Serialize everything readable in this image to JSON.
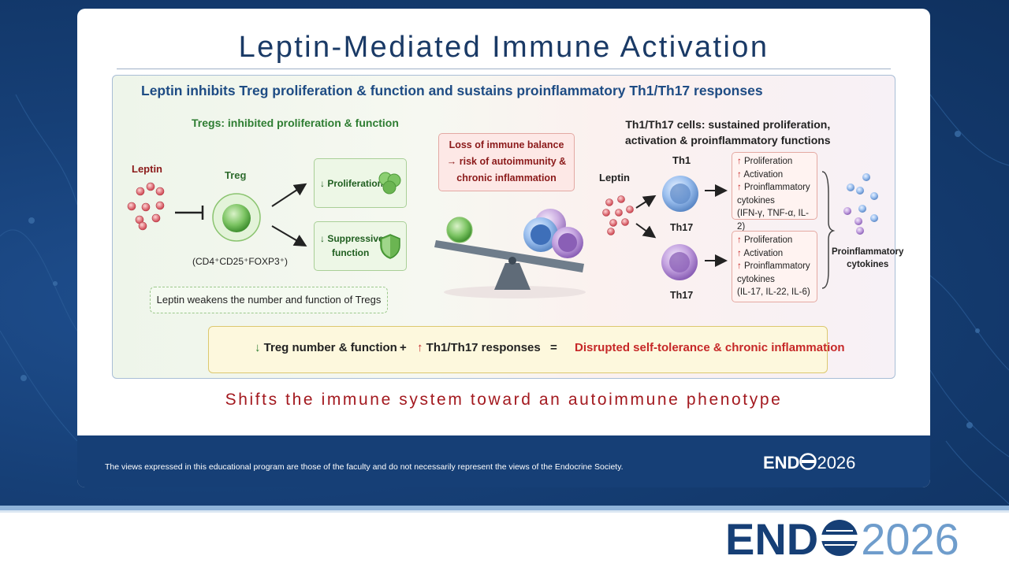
{
  "slide": {
    "title": "Leptin-Mediated Immune Activation",
    "subtitle": "Shifts the immune system toward an autoimmune phenotype"
  },
  "figure": {
    "heading": "Leptin inhibits Treg proliferation & function and sustains proinflammatory Th1/Th17 responses",
    "tregs": {
      "heading": "Tregs: inhibited proliferation & function",
      "leptin_label": "Leptin",
      "cell_label": "Treg",
      "markers": "(CD4⁺CD25⁺FOXP3⁺)",
      "proliferation": "↓ Proliferation",
      "suppressive_line1": "↓ Suppressive",
      "suppressive_line2": "function",
      "summary": "Leptin weakens the number and function of Tregs"
    },
    "balance": {
      "line1": "Loss of immune balance",
      "line2": "→ risk of autoimmunity &",
      "line3": "chronic inflammation"
    },
    "th": {
      "heading_line1": "Th1/Th17 cells: sustained proliferation,",
      "heading_line2": "activation & proinflammatory functions",
      "leptin_label": "Leptin",
      "th1_label": "Th1",
      "th17_label": "Th17",
      "th1_effects": [
        "Proliferation",
        "Activation",
        "Proinflammatory",
        "cytokines",
        "(IFN-γ, TNF-α, IL-2)"
      ],
      "th17_effects": [
        "Proliferation",
        "Activation",
        "Proinflammatory",
        "cytokines",
        "(IL-17, IL-22, IL-6)"
      ],
      "up_arrow": "↑",
      "cytokines_line1": "Proinflammatory",
      "cytokines_line2": "cytokines"
    },
    "equation": {
      "treg_arrow": "↓",
      "treg_text": "Treg number & function",
      "plus": "+",
      "th_arrow": "↑",
      "th_text": "Th1/Th17 responses",
      "equals": "=",
      "result": "Disrupted self-tolerance & chronic inflammation"
    }
  },
  "footer": {
    "disclaimer": "The views expressed in this educational program are those of the faculty and do not necessarily represent the views of the Endocrine Society.",
    "logo_strong": "END",
    "logo_light": "2026"
  },
  "colors": {
    "navy": "#163f76",
    "title_blue": "#1a3a66",
    "accent_red": "#a3191f",
    "green": "#2e7d32",
    "logo_light_blue": "#6f9dcc"
  }
}
